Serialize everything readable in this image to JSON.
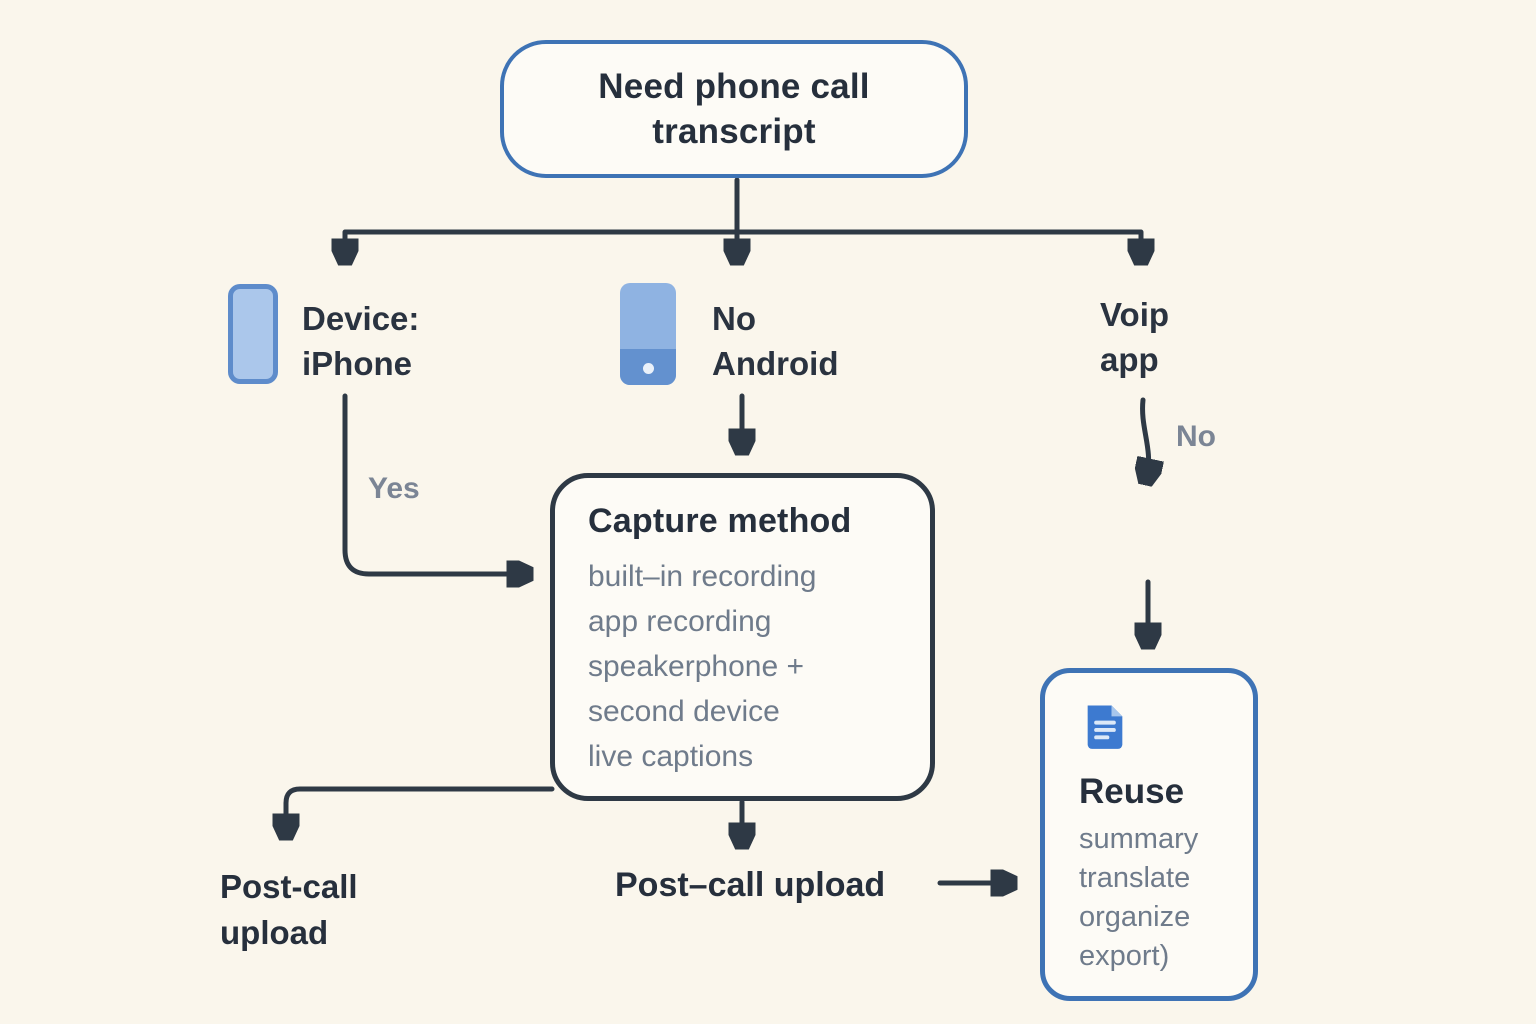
{
  "root_node": {
    "line1": "Need phone call",
    "line2": "transcript"
  },
  "branch_iphone": {
    "line1": "Device:",
    "line2": "iPhone",
    "icon": "iphone-icon"
  },
  "branch_android": {
    "line1": "No",
    "line2": "Android",
    "icon": "android-phone-icon"
  },
  "branch_voip": {
    "line1": "Voip",
    "line2": "app"
  },
  "edge_labels": {
    "yes": "Yes",
    "no": "No"
  },
  "capture_node": {
    "title": "Capture method",
    "items": [
      "built–in recording",
      "app recording",
      "speakerphone +",
      "second device",
      "live captions"
    ]
  },
  "post_call_left": {
    "line1": "Post-call",
    "line2": "upload"
  },
  "post_call_center": {
    "label": "Post–call upload"
  },
  "reuse_node": {
    "title": "Reuse",
    "items": [
      "summary",
      "translate",
      "organize",
      "export)"
    ],
    "icon": "document-icon"
  },
  "colors": {
    "background": "#FAF6EC",
    "node_fill": "#FDFBF6",
    "accent_blue": "#3E73B5",
    "arrow_dark": "#2E3945",
    "text_dark": "#262F3C",
    "text_gray": "#6F7B8B"
  }
}
